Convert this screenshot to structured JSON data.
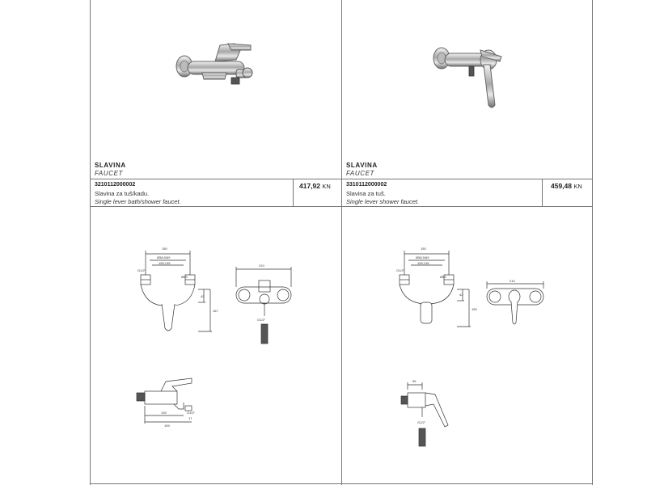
{
  "products": [
    {
      "title": "SLAVINA",
      "subtitle": "FAUCET",
      "code": "3210112000002",
      "description_hr": "Slavina za tuš/kadu.",
      "description_en": "Single lever bath/shower faucet.",
      "price_value": "417,92",
      "currency": "KN",
      "photo_icon": "bath-shower-faucet-photo",
      "dimensions_front": [
        "150",
        "Ø58,5/69",
        "155,135",
        "G1/2\"",
        "Ø63",
        "42",
        "167"
      ],
      "dimension_wall": "G1/2\"",
      "dimension_top": "210",
      "dimensions_side": [
        "139",
        "159",
        "G1/2\"",
        "17"
      ]
    },
    {
      "title": "SLAVINA",
      "subtitle": "FAUCET",
      "code": "3310112000002",
      "description_hr": "Slavina za tuš.",
      "description_en": "Single lever shower faucet.",
      "price_value": "459,48",
      "currency": "KN",
      "photo_icon": "shower-faucet-photo",
      "dimensions_front": [
        "150",
        "Ø58,5/69",
        "155,135",
        "G1/2\"",
        "Ø63",
        "42",
        "150"
      ],
      "dimension_top": "210",
      "dimensions_side": [
        "55",
        "G1/2\""
      ]
    }
  ]
}
